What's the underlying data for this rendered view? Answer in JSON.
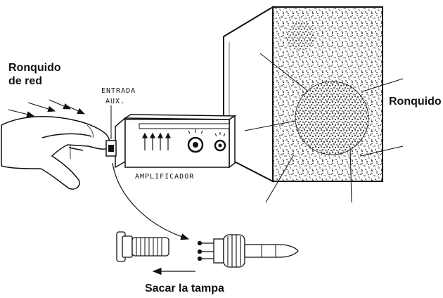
{
  "labels": {
    "hum_source_line1": "Ronquido",
    "hum_source_line2": "de red",
    "input_line1": "ENTRADA",
    "input_line2": "AUX.",
    "amplifier": "AMPLIFICADOR",
    "speaker_hum": "Ronquido",
    "remove_plug": "Sacar la tampa"
  },
  "colors": {
    "ink": "#111111",
    "paper": "#ffffff"
  }
}
